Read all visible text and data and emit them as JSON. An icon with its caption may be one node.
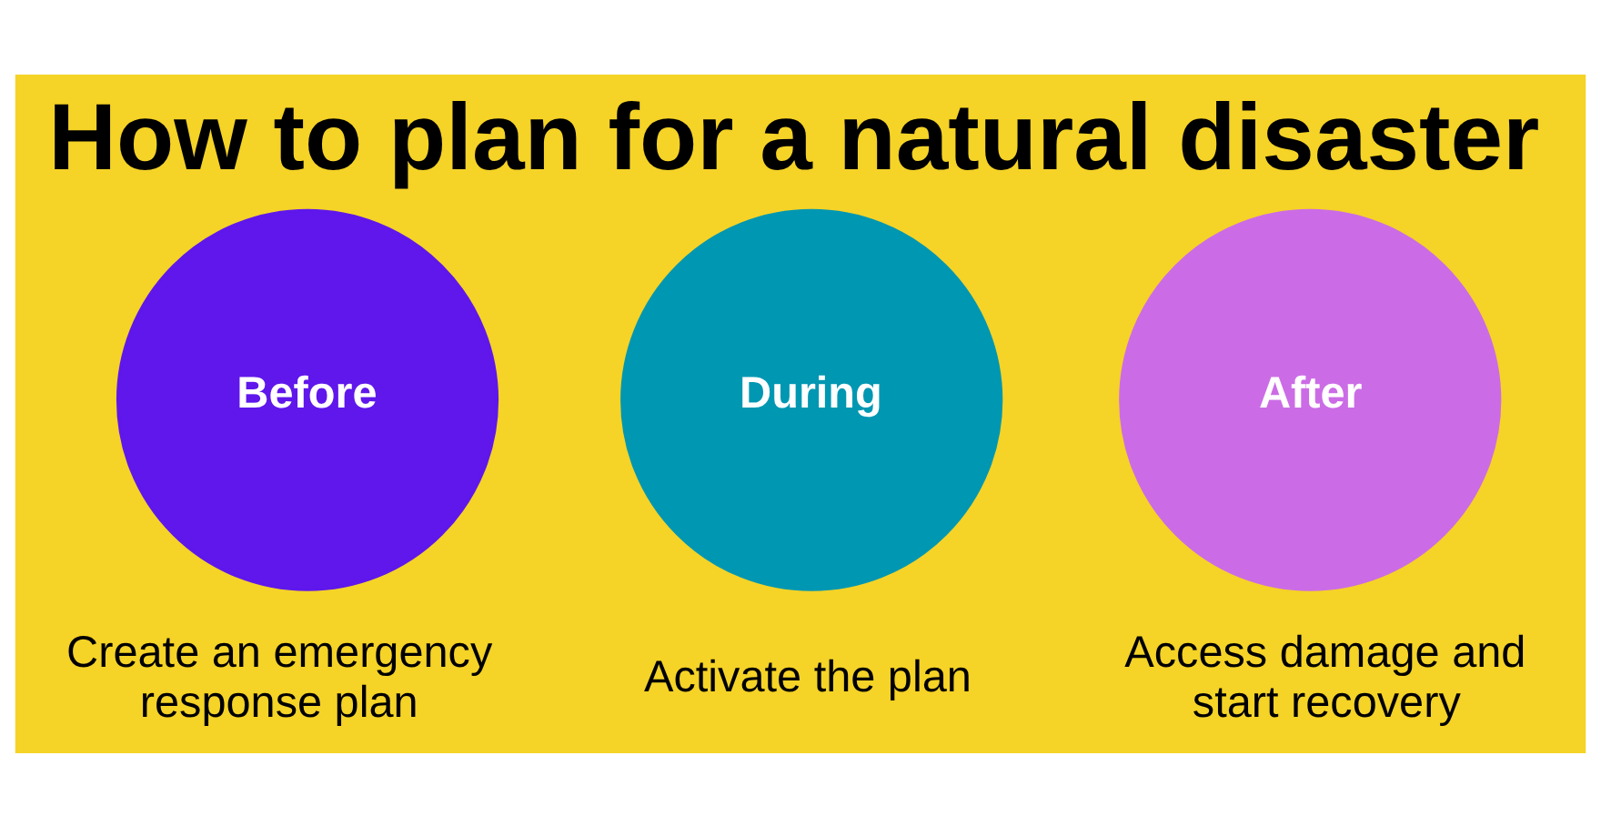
{
  "diagram": {
    "title": "How to plan for a natural disaster",
    "nodes": [
      {
        "text": [
          "Before"
        ],
        "beside": [
          "Create an emergency response plan"
        ]
      },
      {
        "text": [
          "During"
        ],
        "beside": [
          "Activate the plan"
        ]
      },
      {
        "text": [
          "After"
        ],
        "beside": [
          "Access damage and start recovery"
        ]
      }
    ]
  }
}
